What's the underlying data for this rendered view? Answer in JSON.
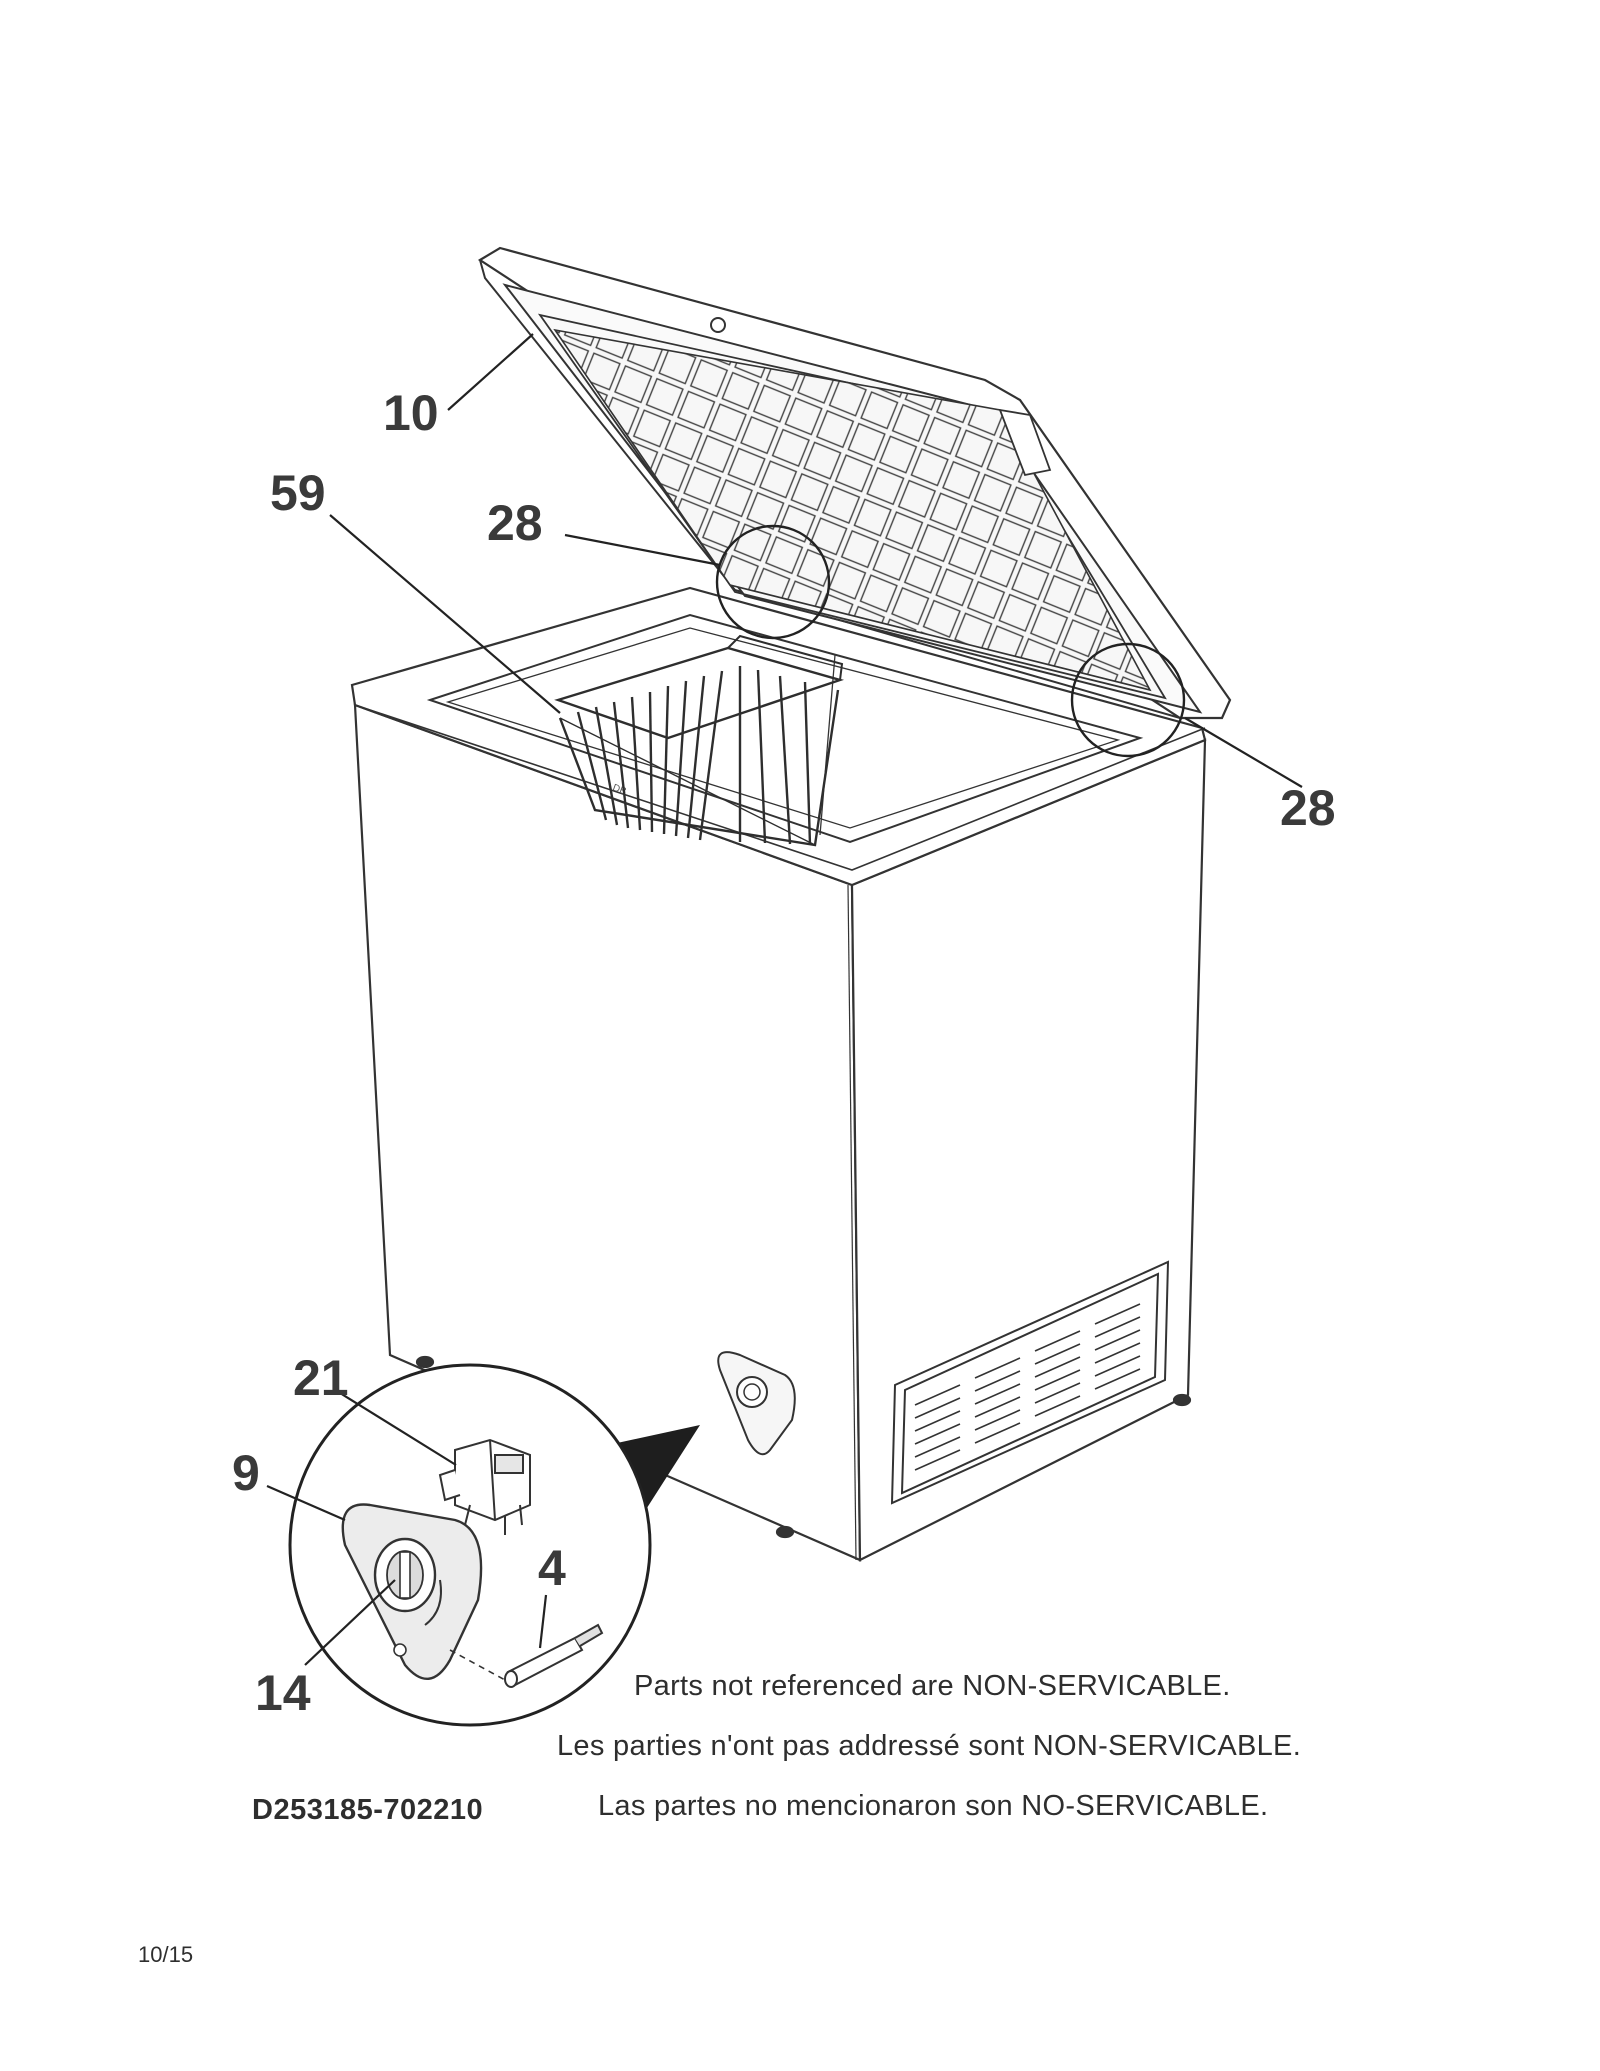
{
  "diagram": {
    "callouts": {
      "lid": "10",
      "basket": "59",
      "hinge_left": "28",
      "hinge_right": "28",
      "light_switch": "21",
      "cover": "9",
      "drain_plug": "4",
      "knob": "14"
    }
  },
  "notes": {
    "english": "Parts not referenced are NON-SERVICABLE.",
    "french": "Les parties n'ont pas addressé sont NON-SERVICABLE.",
    "spanish": "Las partes no mencionaron son NO-SERVICABLE."
  },
  "model_number": "D253185-702210",
  "page_number": "10/15",
  "colors": {
    "line": "#333333",
    "label": "#3a3a3a",
    "background": "#ffffff"
  }
}
